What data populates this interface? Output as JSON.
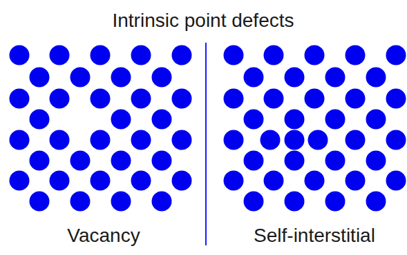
{
  "diagram": {
    "title": "Intrinsic point defects",
    "labels": [
      "Vacancy",
      "Self-interstitial"
    ]
  }
}
